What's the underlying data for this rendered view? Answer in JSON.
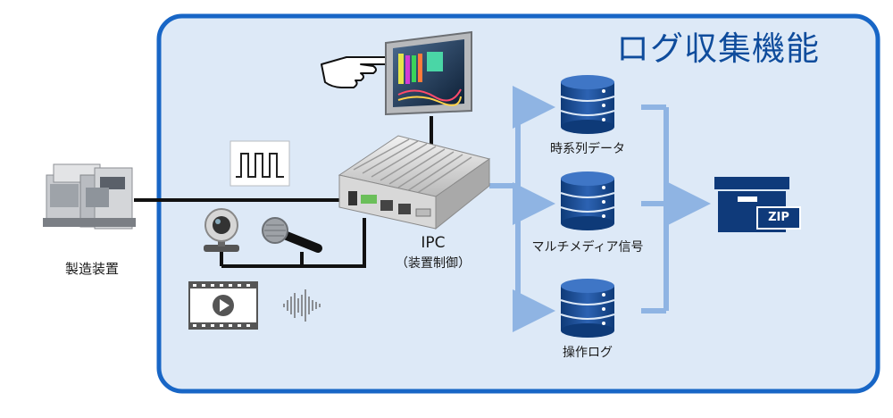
{
  "title": "ログ収集機能",
  "colors": {
    "frame_border": "#1866c6",
    "frame_fill": "#dde9f7",
    "accent_dark": "#0f3a7a",
    "arrow": "#8fb4e3",
    "cable": "#111111"
  },
  "nodes": {
    "machine": {
      "label": "製造装置",
      "icon": "industrial-machine-icon"
    },
    "ipc": {
      "label": "IPC",
      "sublabel": "（装置制御）",
      "icon": "ipc-box-icon"
    },
    "touch_panel": {
      "icon": "touch-panel-icon"
    },
    "hand": {
      "icon": "pointing-hand-icon"
    },
    "signal": {
      "icon": "square-wave-icon"
    },
    "webcam": {
      "icon": "webcam-icon"
    },
    "microphone": {
      "icon": "microphone-icon"
    },
    "video": {
      "icon": "video-film-icon"
    },
    "audio": {
      "icon": "audio-waveform-icon"
    },
    "zip": {
      "label": "ZIP",
      "icon": "zip-archive-box-icon"
    }
  },
  "databases": [
    {
      "label": "時系列データ",
      "icon": "database-icon"
    },
    {
      "label": "マルチメディア信号",
      "icon": "database-icon"
    },
    {
      "label": "操作ログ",
      "icon": "database-icon"
    }
  ]
}
